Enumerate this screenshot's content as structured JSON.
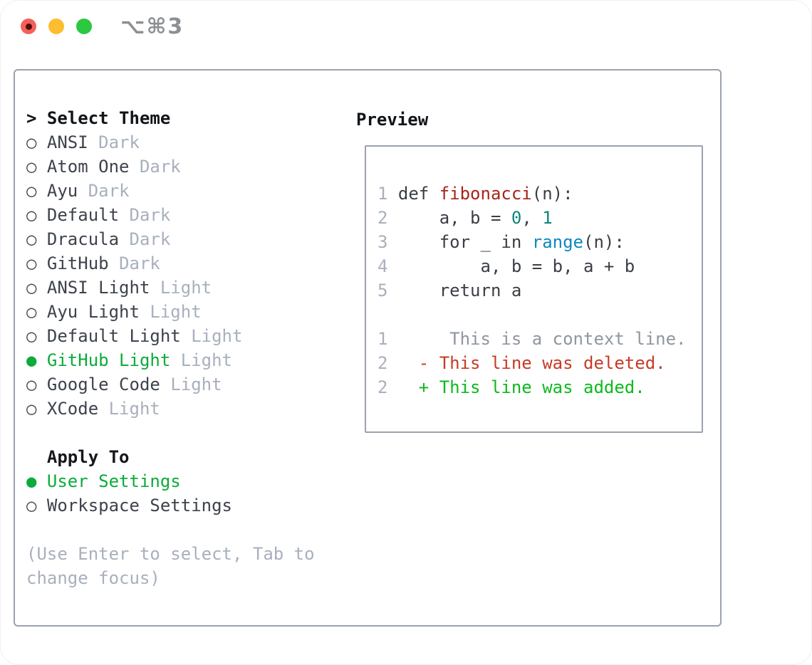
{
  "window": {
    "title": "⌥⌘3"
  },
  "colors": {
    "panel_border": "#9aa2ae",
    "selection_green": "#0cab3a",
    "diff_added_green": "#0eb81f",
    "diff_deleted_red": "#c63b27",
    "syntax_title_red": "#a8241b",
    "syntax_number_teal": "#0e857a",
    "syntax_builtin_blue": "#0f87bd",
    "muted_gray": "#a8b0bd",
    "traffic_red": "#f6605a",
    "traffic_yellow": "#fcbd2f",
    "traffic_green": "#2bc840"
  },
  "left": {
    "header_prefix": ">",
    "header_label": "Select Theme",
    "themes": [
      {
        "name": "ANSI",
        "variant": "Dark",
        "selected": false
      },
      {
        "name": "Atom One",
        "variant": "Dark",
        "selected": false
      },
      {
        "name": "Ayu",
        "variant": "Dark",
        "selected": false
      },
      {
        "name": "Default",
        "variant": "Dark",
        "selected": false
      },
      {
        "name": "Dracula",
        "variant": "Dark",
        "selected": false
      },
      {
        "name": "GitHub",
        "variant": "Dark",
        "selected": false
      },
      {
        "name": "ANSI Light",
        "variant": "Light",
        "selected": false
      },
      {
        "name": "Ayu Light",
        "variant": "Light",
        "selected": false
      },
      {
        "name": "Default Light",
        "variant": "Light",
        "selected": false
      },
      {
        "name": "GitHub Light",
        "variant": "Light",
        "selected": true
      },
      {
        "name": "Google Code",
        "variant": "Light",
        "selected": false
      },
      {
        "name": "XCode",
        "variant": "Light",
        "selected": false
      }
    ],
    "apply_to": {
      "label": "Apply To",
      "options": [
        {
          "name": "User Settings",
          "selected": true
        },
        {
          "name": "Workspace Settings",
          "selected": false
        }
      ]
    },
    "help_lines": [
      "(Use Enter to select, Tab to",
      "change focus)"
    ],
    "bullet_unselected": "○",
    "bullet_selected": "●"
  },
  "preview": {
    "label": "Preview",
    "lines": [
      {
        "num": "1",
        "segs": [
          {
            "t": "def ",
            "c": "kw"
          },
          {
            "t": "fibonacci",
            "c": "fn"
          },
          {
            "t": "(n):",
            "c": "pl"
          }
        ]
      },
      {
        "num": "2",
        "segs": [
          {
            "t": "    a, b = ",
            "c": "pl"
          },
          {
            "t": "0",
            "c": "num"
          },
          {
            "t": ", ",
            "c": "pl"
          },
          {
            "t": "1",
            "c": "num"
          }
        ]
      },
      {
        "num": "3",
        "segs": [
          {
            "t": "    for _ in ",
            "c": "kw"
          },
          {
            "t": "range",
            "c": "bi"
          },
          {
            "t": "(n):",
            "c": "pl"
          }
        ]
      },
      {
        "num": "4",
        "segs": [
          {
            "t": "        a, b = b, a + b",
            "c": "pl"
          }
        ]
      },
      {
        "num": "5",
        "segs": [
          {
            "t": "    return a",
            "c": "pl"
          }
        ]
      },
      {
        "blank": true
      },
      {
        "num": "1",
        "segs": [
          {
            "t": "     This is a context line.",
            "c": "ctx"
          }
        ]
      },
      {
        "num": "2",
        "segs": [
          {
            "t": "  - This line was deleted.",
            "c": "del"
          }
        ]
      },
      {
        "num": "2",
        "segs": [
          {
            "t": "  + This line was added.",
            "c": "add"
          }
        ]
      }
    ]
  }
}
